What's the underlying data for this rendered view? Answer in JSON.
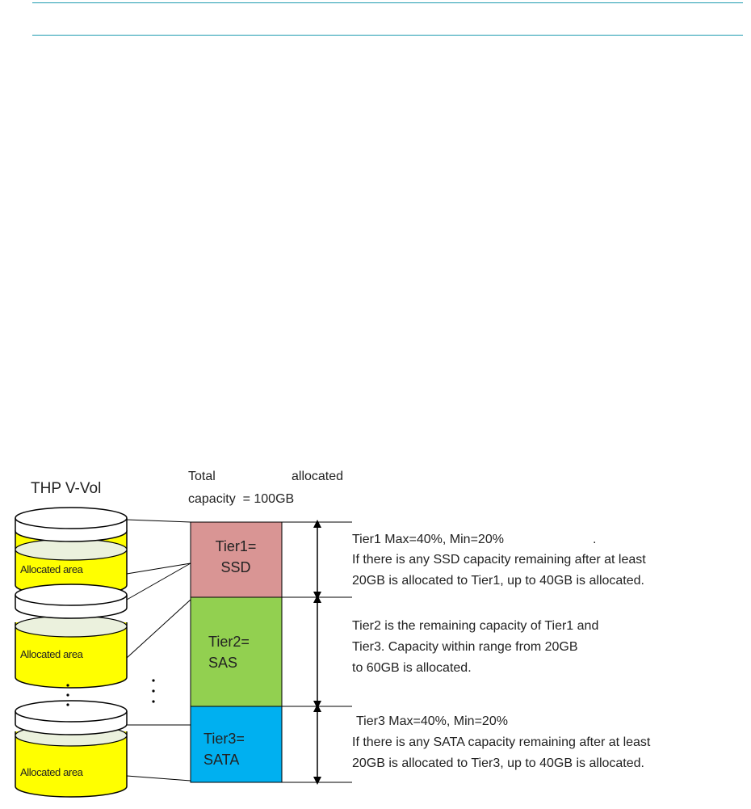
{
  "header_rules": {
    "color": "#1f9bb0"
  },
  "diagram": {
    "title": "THP V-Vol",
    "total_capacity": {
      "word1": "Total",
      "word2": "allocated",
      "line2": "capacity  = 100GB"
    },
    "cylinder_label": "Allocated area",
    "cylinder_fill": "#ffff00",
    "tiers": [
      {
        "line1": "Tier1=",
        "line2": "SSD",
        "color": "#d99594",
        "desc": [
          "Tier1 Max=40%, Min=20%",
          "If there is any SSD capacity remaining after at least",
          "20GB is allocated to Tier1, up to 40GB is allocated."
        ]
      },
      {
        "line1": "Tier2=",
        "line2": "SAS",
        "color": "#92d050",
        "desc": [
          "Tier2 is the remaining capacity of Tier1 and",
          "Tier3. Capacity within range from 20GB",
          "to 60GB is allocated."
        ]
      },
      {
        "line1": "Tier3=",
        "line2": "SATA",
        "color": "#00b0f0",
        "desc": [
          "Tier3 Max=40%, Min=20%",
          "If there is any SATA capacity remaining after at least",
          "20GB is allocated to Tier3, up to 40GB is allocated."
        ]
      }
    ],
    "stray_dot": "."
  }
}
